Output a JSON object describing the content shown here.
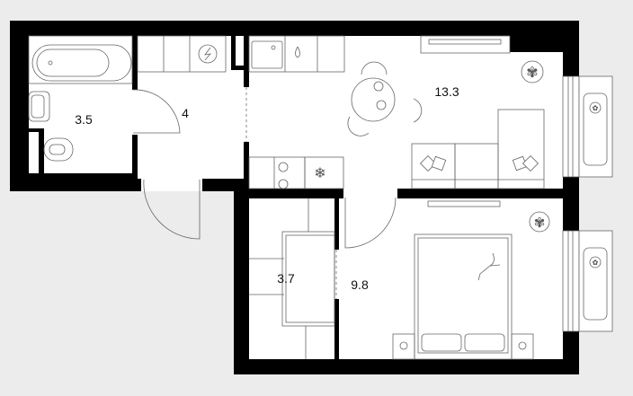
{
  "plan": {
    "rooms": [
      {
        "id": "bathroom",
        "area": "3.5"
      },
      {
        "id": "hallway",
        "area": "4"
      },
      {
        "id": "kitchen-living",
        "area": "13.3"
      },
      {
        "id": "wardrobe",
        "area": "3.7"
      },
      {
        "id": "bedroom",
        "area": "9.8"
      }
    ]
  },
  "colors": {
    "background": "#ececec",
    "wall": "#000000",
    "floor": "#ffffff",
    "line": "#666666"
  }
}
